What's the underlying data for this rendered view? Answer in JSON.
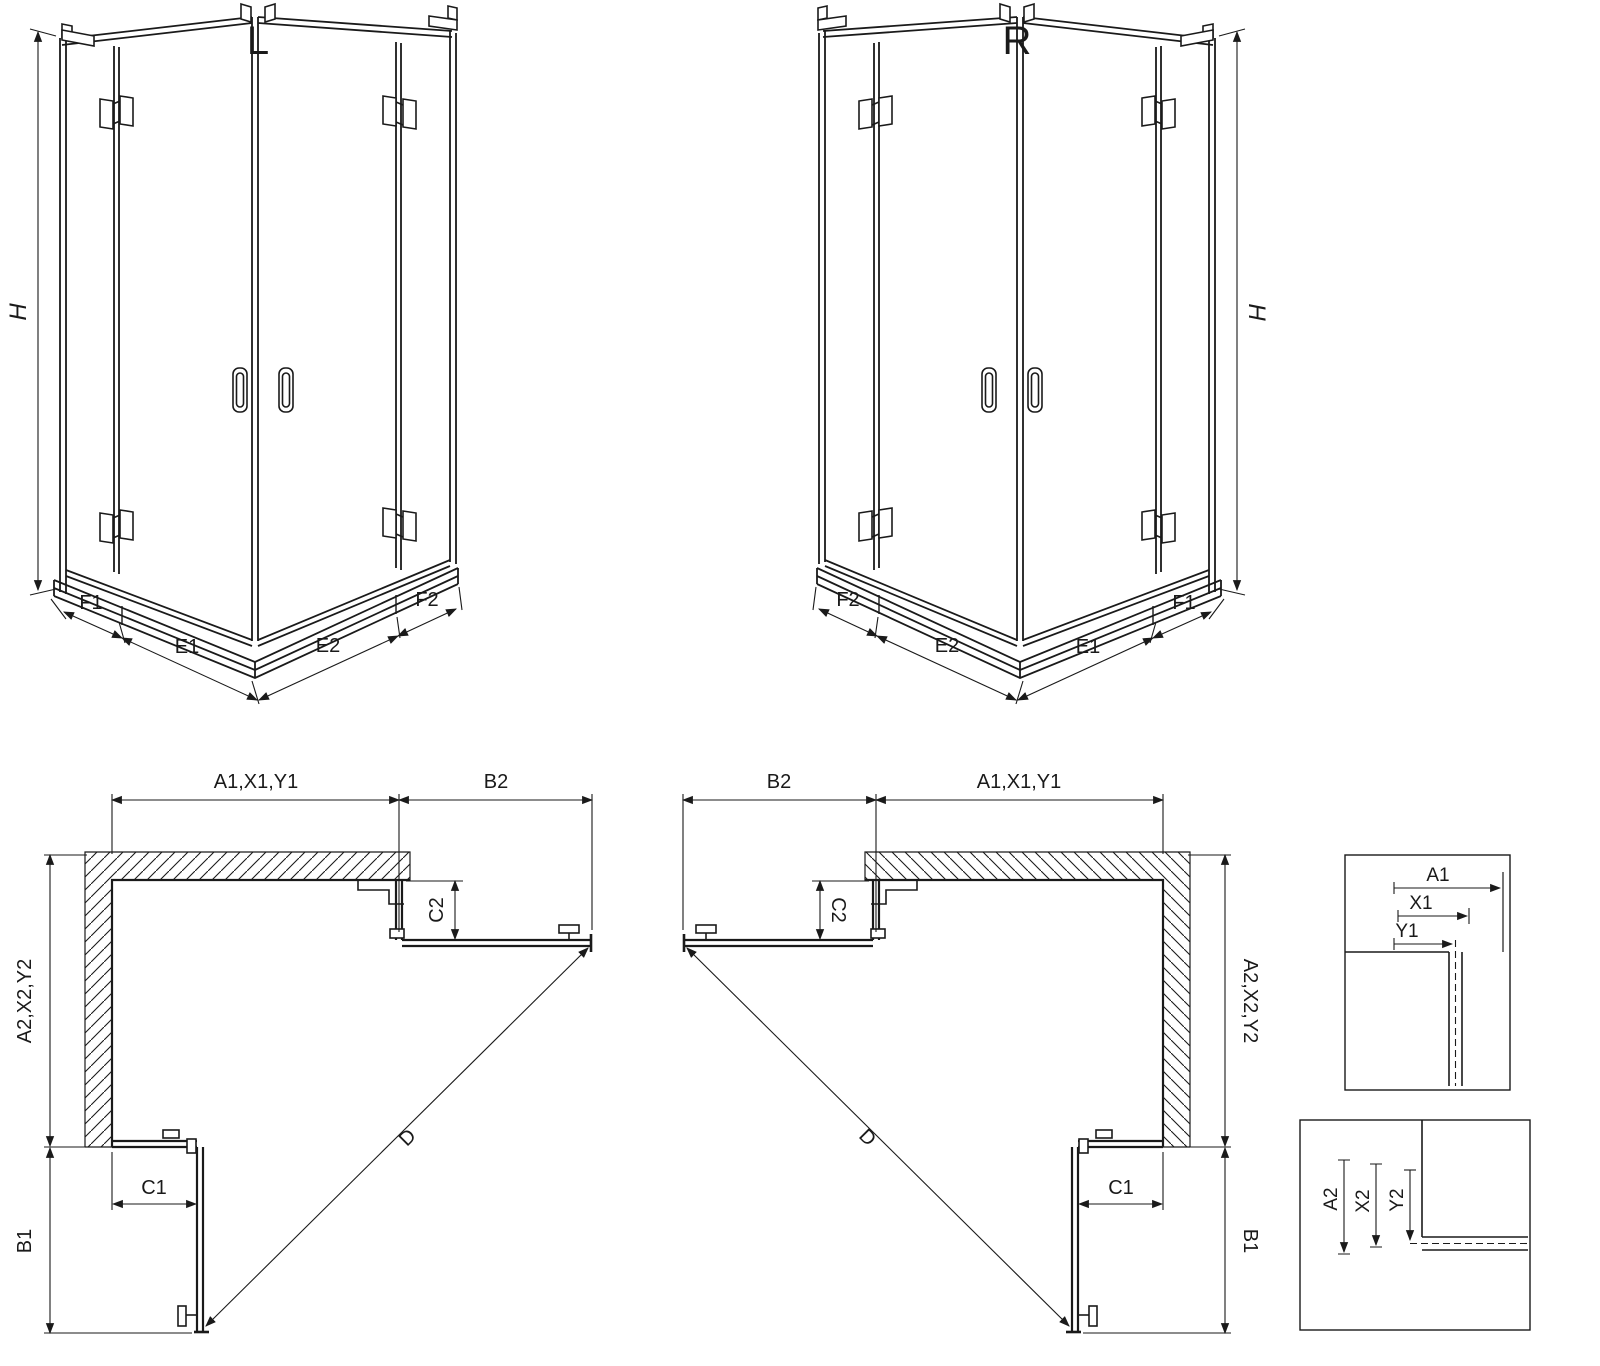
{
  "iso_left": {
    "title": "L",
    "dim_h": "H",
    "dim_f1": "F1",
    "dim_e1": "E1",
    "dim_e2": "E2",
    "dim_f2": "F2"
  },
  "iso_right": {
    "title": "R",
    "dim_h": "H",
    "dim_f1": "F1",
    "dim_e1": "E1",
    "dim_e2": "E2",
    "dim_f2": "F2"
  },
  "plan_left": {
    "dim_top": "A1,X1,Y1",
    "dim_b2": "B2",
    "dim_c2": "C2",
    "dim_side": "A2,X2,Y2",
    "dim_b1": "B1",
    "dim_c1": "C1",
    "dim_d": "D"
  },
  "plan_right": {
    "dim_top": "A1,X1,Y1",
    "dim_b2": "B2",
    "dim_c2": "C2",
    "dim_side": "A2,X2,Y2",
    "dim_b1": "B1",
    "dim_c1": "C1",
    "dim_d": "D"
  },
  "detail_top": {
    "dim_a1": "A1",
    "dim_x1": "X1",
    "dim_y1": "Y1"
  },
  "detail_bottom": {
    "dim_a2": "A2",
    "dim_x2": "X2",
    "dim_y2": "Y2"
  },
  "colors": {
    "line": "#1a1a1a",
    "background": "#ffffff"
  }
}
